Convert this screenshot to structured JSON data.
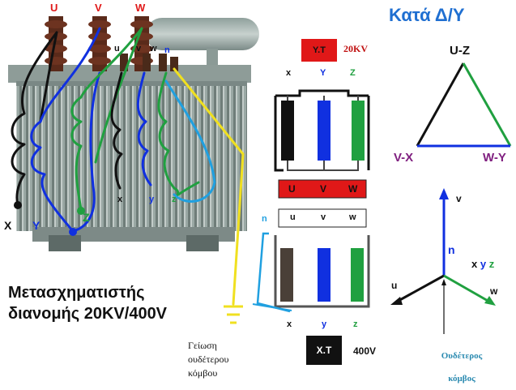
{
  "title": "Κατά Δ/Υ",
  "caption": {
    "line1": "Μετασχηματιστής",
    "line2": "διανομής 20KV/400V"
  },
  "photo_labels": {
    "U": "U",
    "V": "V",
    "W": "W",
    "u": "u",
    "v": "v",
    "w": "w",
    "n": "n",
    "X": "X",
    "Y": "Y",
    "Z": "Z",
    "x": "x",
    "y": "y",
    "z": "z"
  },
  "ht_box": {
    "label": "Υ.Τ",
    "voltage": "20KV"
  },
  "lt_box": {
    "label": "Χ.Τ",
    "voltage": "400V"
  },
  "schematic": {
    "top_labels": [
      "x",
      "Y",
      "Z"
    ],
    "hv_terminals": [
      "U",
      "V",
      "W"
    ],
    "lv_terminals": [
      "u",
      "v",
      "w"
    ],
    "bottom_labels": [
      "x",
      "y",
      "z"
    ],
    "neutral": "n"
  },
  "ground_caption": [
    "Γείωση",
    "ουδέτερου",
    "κόμβου"
  ],
  "triangle": {
    "top": "U-Z",
    "left": "V-X",
    "right": "W-Y"
  },
  "star": {
    "v": "v",
    "n": "n",
    "u": "u",
    "w": "w",
    "xyz": [
      "x",
      "y",
      "z"
    ]
  },
  "neutral_caption": [
    "Ουδέτερος",
    "κόμβος"
  ],
  "colors": {
    "red": "#e01818",
    "blue": "#1030e0",
    "green": "#20a040",
    "black": "#111111",
    "yellow": "#f0e020",
    "lightblue": "#20a0e0",
    "purple": "#802080",
    "title": "#1f6fd1"
  }
}
